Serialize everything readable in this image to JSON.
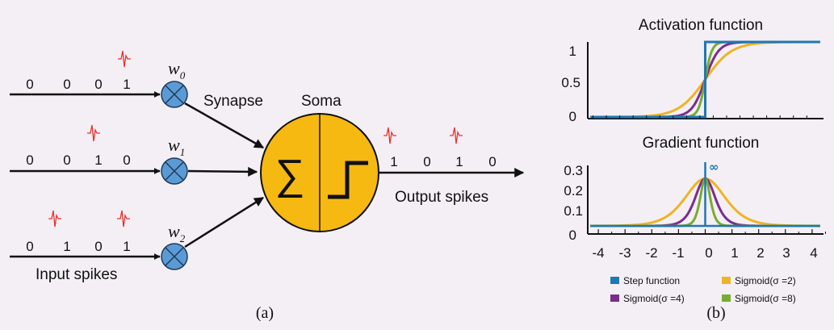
{
  "panel_a": {
    "input_rows": [
      {
        "bits": [
          "0",
          "0",
          "0",
          "1"
        ],
        "weight_symbol": "w",
        "weight_sub": "0"
      },
      {
        "bits": [
          "0",
          "0",
          "1",
          "0"
        ],
        "weight_symbol": "w",
        "weight_sub": "1"
      },
      {
        "bits": [
          "0",
          "1",
          "0",
          "1"
        ],
        "weight_symbol": "w",
        "weight_sub": "2"
      }
    ],
    "synapse_label": "Synapse",
    "soma_label": "Soma",
    "sum_symbol": "∑",
    "output_bits": [
      "1",
      "0",
      "1",
      "0"
    ],
    "output_label": "Output spikes",
    "input_label": "Input spikes",
    "caption": "(a)"
  },
  "panel_b": {
    "caption": "(b)",
    "infinity_label": "∞",
    "legend": [
      {
        "label": "Step function",
        "color": "#1f77b4"
      },
      {
        "label": "Sigmoid(σ =2)",
        "color": "#f0b323"
      },
      {
        "label": "Sigmoid(σ =4)",
        "color": "#7b2d8e"
      },
      {
        "label": "Sigmoid(σ =8)",
        "color": "#77ac30"
      }
    ]
  },
  "chart_data": [
    {
      "type": "line",
      "title": "Activation function",
      "ylim": [
        0,
        1
      ],
      "yticks": [
        "0",
        "0.5",
        "1"
      ],
      "series": [
        {
          "name": "Step function",
          "color": "#1f77b4",
          "kind": "step"
        },
        {
          "name": "Sigmoid(σ =2)",
          "color": "#f0b323",
          "kind": "sigmoid",
          "sigma": 2
        },
        {
          "name": "Sigmoid(σ =4)",
          "color": "#7b2d8e",
          "kind": "sigmoid",
          "sigma": 4
        },
        {
          "name": "Sigmoid(σ =8)",
          "color": "#77ac30",
          "kind": "sigmoid",
          "sigma": 8
        }
      ]
    },
    {
      "type": "line",
      "title": "Gradient function",
      "xlim": [
        -4.3,
        4.3
      ],
      "ylim": [
        0,
        0.3
      ],
      "xticks": [
        "-4",
        "-3",
        "-2",
        "-1",
        "0",
        "1",
        "2",
        "3",
        "4"
      ],
      "yticks": [
        "0",
        "0.1",
        "0.2",
        "0.3"
      ],
      "series": [
        {
          "name": "Step function",
          "color": "#1f77b4",
          "kind": "impulse"
        },
        {
          "name": "Sigmoid(σ =2)",
          "color": "#f0b323",
          "kind": "sigmoid-derivative",
          "sigma": 2
        },
        {
          "name": "Sigmoid(σ =4)",
          "color": "#7b2d8e",
          "kind": "sigmoid-derivative",
          "sigma": 4
        },
        {
          "name": "Sigmoid(σ =8)",
          "color": "#77ac30",
          "kind": "sigmoid-derivative",
          "sigma": 8
        }
      ]
    }
  ]
}
